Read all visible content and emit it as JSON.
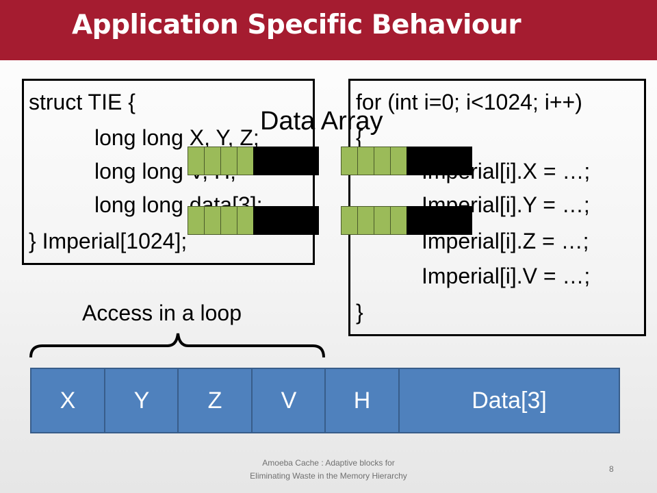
{
  "title": "Application Specific Behaviour",
  "struct_code": [
    "struct TIE {",
    "long long X, Y, Z;",
    "long long V, H;",
    "long long data[3];",
    "} Imperial[1024];"
  ],
  "loop_code": [
    "for (int i=0; i<1024; i++)",
    "{",
    "Imperial[i].X = …;",
    "Imperial[i].Y = …;",
    "Imperial[i].Z = …;",
    "Imperial[i].V = …;",
    "}"
  ],
  "data_array_label": "Data Array",
  "access_label": "Access in a loop",
  "layout_fields": [
    "X",
    "Y",
    "Z",
    "V",
    "H",
    "Data[3]"
  ],
  "footer": {
    "line1": "Amoeba Cache : Adaptive blocks for",
    "line2": "Eliminating Waste in the Memory Hierarchy"
  },
  "page_number": "8",
  "colors": {
    "title_bar": "#a51c30",
    "used_word": "#9bbb59",
    "wasted_word": "#000000",
    "layout_cell": "#4f81bd"
  }
}
